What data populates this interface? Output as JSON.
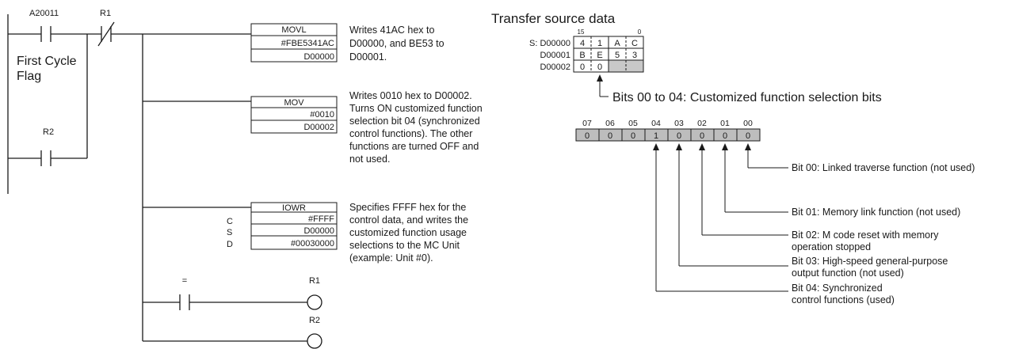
{
  "ladder": {
    "contact1_label": "A20011",
    "first_cycle_flag_line1": "First Cycle",
    "first_cycle_flag_line2": "Flag",
    "contact_r1_label": "R1",
    "contact_r2_label": "R2",
    "compare_label": "=",
    "coil_r1_label": "R1",
    "coil_r2_label": "R2"
  },
  "instructions": [
    {
      "mnemonic": "MOVL",
      "operands": [
        "#FBE5341AC",
        "D00000"
      ],
      "operand_labels": [],
      "description": [
        "Writes 41AC hex to",
        "D00000, and BE53 to",
        "D00001."
      ]
    },
    {
      "mnemonic": "MOV",
      "operands": [
        "#0010",
        "D00002"
      ],
      "operand_labels": [],
      "description": [
        "Writes 0010 hex to D00002.",
        "Turns ON customized function",
        "selection bit 04 (synchronized",
        "control functions). The other",
        "functions are turned OFF and",
        "not used."
      ]
    },
    {
      "mnemonic": "IOWR",
      "operands": [
        "#FFFF",
        "D00000",
        "#00030000"
      ],
      "operand_labels": [
        "C",
        "S",
        "D"
      ],
      "description": [
        "Specifies FFFF hex for the",
        "control data, and writes the",
        "customized function usage",
        "selections to the MC Unit",
        "(example: Unit #0)."
      ]
    }
  ],
  "transfer": {
    "title": "Transfer source data",
    "bit_hi": "15",
    "bit_lo": "0",
    "rows": [
      {
        "label": "S: D00000",
        "cells": [
          "4",
          "1",
          "A",
          "C"
        ]
      },
      {
        "label": "D00001",
        "cells": [
          "B",
          "E",
          "5",
          "3"
        ]
      },
      {
        "label": "D00002",
        "cells": [
          "0",
          "0",
          "",
          ""
        ]
      }
    ],
    "bits_note": "Bits 00 to 04: Customized function selection bits"
  },
  "bitfield": {
    "bit_numbers": [
      "07",
      "06",
      "05",
      "04",
      "03",
      "02",
      "01",
      "00"
    ],
    "values": [
      "0",
      "0",
      "0",
      "1",
      "0",
      "0",
      "0",
      "0"
    ],
    "callouts": [
      [
        "Bit 00: Linked traverse function (not used)"
      ],
      [
        "Bit 01: Memory link function (not used)"
      ],
      [
        "Bit 02: M code reset with memory",
        "operation stopped"
      ],
      [
        "Bit 03: High-speed general-purpose",
        "output function (not used)"
      ],
      [
        "Bit 04: Synchronized",
        "control functions (used)"
      ]
    ]
  },
  "colors": {
    "line": "#1a1a1a",
    "cell_fill": "#c8c8c8",
    "background": "#ffffff"
  }
}
